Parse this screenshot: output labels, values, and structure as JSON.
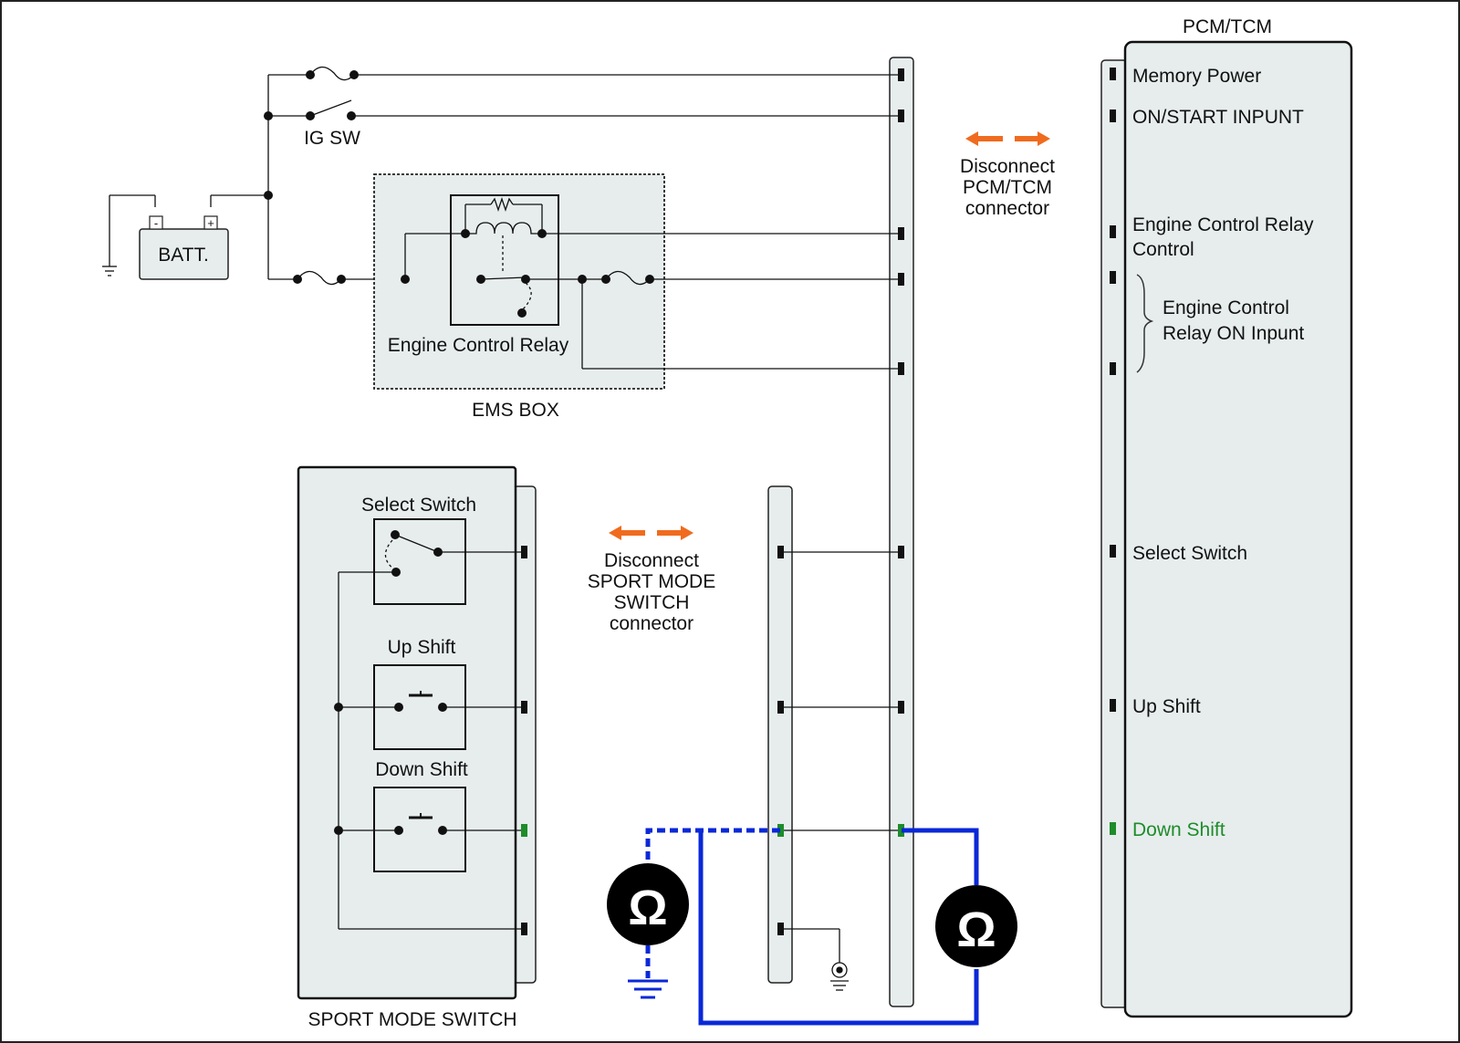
{
  "title": "PCM/TCM",
  "battery": {
    "label": "BATT.",
    "neg": "-",
    "pos": "+"
  },
  "ig_switch": {
    "label": "IG SW"
  },
  "ems_box": {
    "label": "EMS BOX",
    "relay_label": "Engine Control Relay"
  },
  "pcm_notice": {
    "line1": "Disconnect",
    "line2": "PCM/TCM",
    "line3": "connector"
  },
  "sport_notice": {
    "line1": "Disconnect",
    "line2": "SPORT MODE",
    "line3": "SWITCH",
    "line4": "connector"
  },
  "pcm_pins": [
    {
      "label": "Memory Power"
    },
    {
      "label": "ON/START  INPUNT"
    },
    {
      "label_line1": "Engine Control Relay",
      "label_line2": "Control"
    },
    {
      "label_line1": "Engine Control",
      "label_line2": "Relay ON Inpunt"
    },
    {
      "label": "Select Switch"
    },
    {
      "label": "Up  Shift"
    },
    {
      "label": "Down  Shift",
      "highlight": true
    }
  ],
  "sport_mode_switch": {
    "label": "SPORT MODE SWITCH",
    "select_switch": "Select Switch",
    "up_shift": "Up  Shift",
    "down_shift": "Down  Shift"
  },
  "meters": [
    {
      "symbol": "Ω",
      "name": "ohmmeter-ground"
    },
    {
      "symbol": "Ω",
      "name": "ohmmeter-continuity"
    }
  ],
  "colors": {
    "wire": "#111111",
    "panel_fill": "#e7eded",
    "probe_blue": "#0a28d8",
    "arrow_orange": "#f06b1e",
    "highlight_green": "#1e8c2a",
    "meter_fill": "#000000"
  }
}
